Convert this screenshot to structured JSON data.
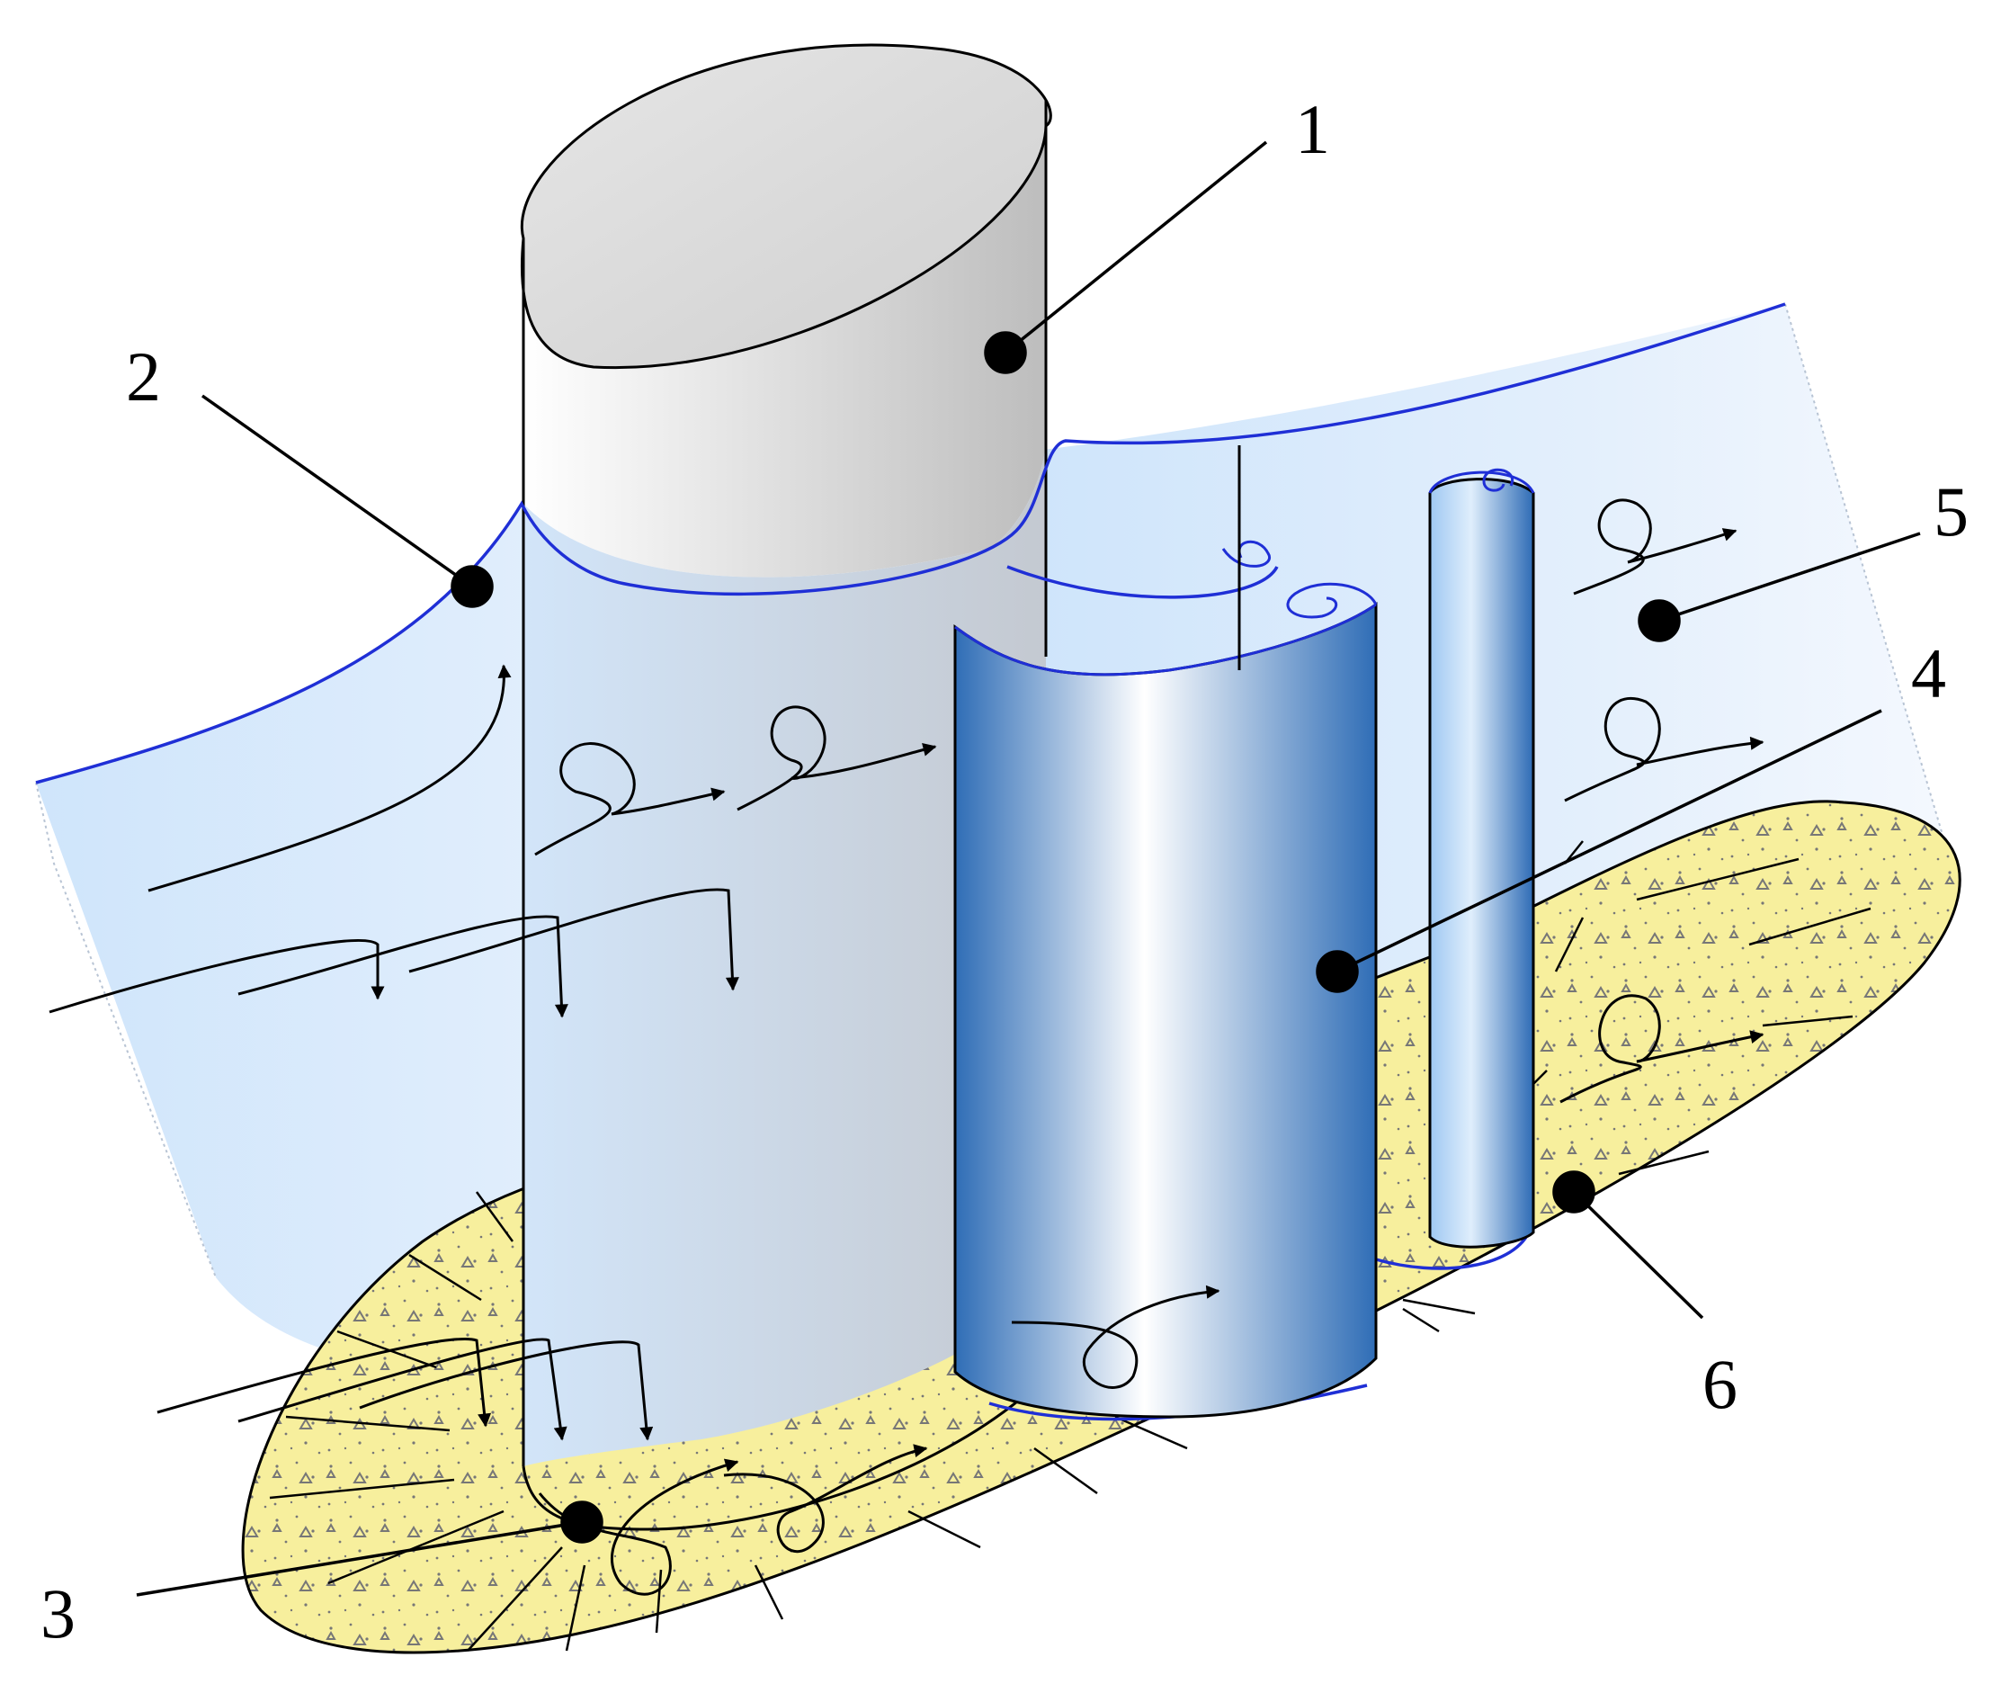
{
  "callouts": [
    {
      "id": "1",
      "text": "1"
    },
    {
      "id": "2",
      "text": "2"
    },
    {
      "id": "3",
      "text": "3"
    },
    {
      "id": "4",
      "text": "4"
    },
    {
      "id": "5",
      "text": "5"
    },
    {
      "id": "6",
      "text": "6"
    }
  ],
  "colors": {
    "water_surface": "#1f2fd6",
    "water_fill": "#cfe4fb",
    "scour_fill": "#f6ee9a",
    "pier_top": "#d8d8d8",
    "shield_dark": "#2f6fb8",
    "line": "#000000"
  }
}
